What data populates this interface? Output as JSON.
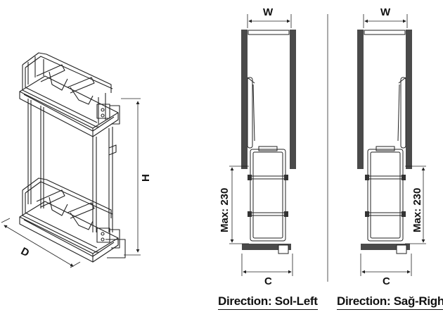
{
  "overview": {
    "label_d": "D",
    "label_h": "H"
  },
  "views": [
    {
      "label_w": "W",
      "label_max": "Max: 230",
      "label_c": "C",
      "caption": "Direction: Sol-Left"
    },
    {
      "label_w": "W",
      "label_max": "Max: 230",
      "label_c": "C",
      "caption": "Direction: Sağ-Right"
    }
  ],
  "colors": {
    "cabinet_panel": "#4a4a4a",
    "line": "#222222",
    "bg": "#ffffff"
  }
}
